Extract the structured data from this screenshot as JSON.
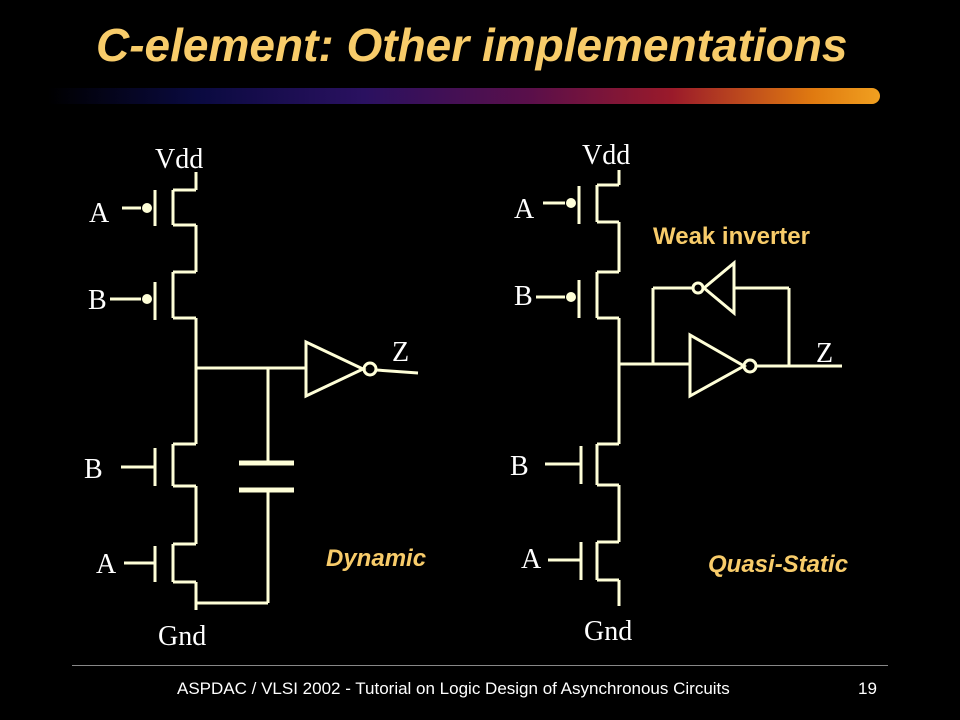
{
  "slide": {
    "title": "C-element: Other implementations",
    "footer": "ASPDAC / VLSI 2002 - Tutorial on Logic Design of Asynchronous Circuits",
    "page_number": "19",
    "colors": {
      "title": "#F8CC6A",
      "wire": "#FFFFD8",
      "text": "#FFFFFF",
      "caption": "#F8CC6A"
    }
  },
  "dynamic": {
    "vdd": "Vdd",
    "gnd": "Gnd",
    "pmos_top_label": "A",
    "pmos_bottom_label": "B",
    "nmos_top_label": "B",
    "nmos_bottom_label": "A",
    "output_label": "Z",
    "caption": "Dynamic"
  },
  "quasi_static": {
    "vdd": "Vdd",
    "gnd": "Gnd",
    "pmos_top_label": "A",
    "pmos_bottom_label": "B",
    "nmos_top_label": "B",
    "nmos_bottom_label": "A",
    "output_label": "Z",
    "weak_inverter_label": "Weak inverter",
    "caption": "Quasi-Static"
  }
}
